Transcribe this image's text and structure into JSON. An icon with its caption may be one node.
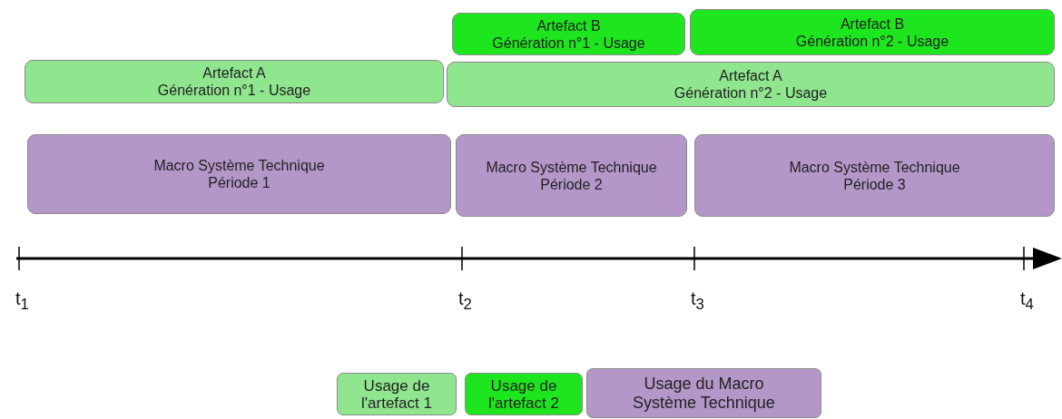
{
  "diagram": {
    "nodes": [
      {
        "text": [
          "Artefact B",
          "Génération n°1 - Usage"
        ]
      },
      {
        "text": [
          "Artefact B",
          "Génération n°2 - Usage"
        ]
      },
      {
        "text": [
          "Artefact A",
          "Génération n°1 - Usage"
        ]
      },
      {
        "text": [
          "Artefact A",
          "Génération n°2 - Usage"
        ]
      },
      {
        "text": [
          "Macro Système Technique",
          "Période 1"
        ]
      },
      {
        "text": [
          "Macro Système Technique",
          "Période 2"
        ]
      },
      {
        "text": [
          "Macro Système Technique",
          "Période 3"
        ]
      }
    ],
    "labels": [
      "t$_{1}$",
      "t$_{2}$",
      "t$_{3}$",
      "t$_{4}$"
    ],
    "legend": [
      {
        "text": "Usage de l'artefact 1",
        "color": "#90e58f"
      },
      {
        "text": "Usage de l'artefact 2",
        "color": "#1ee61e"
      },
      {
        "text": "Usage du Macro Système Technique",
        "color": "#b497c9"
      }
    ]
  }
}
